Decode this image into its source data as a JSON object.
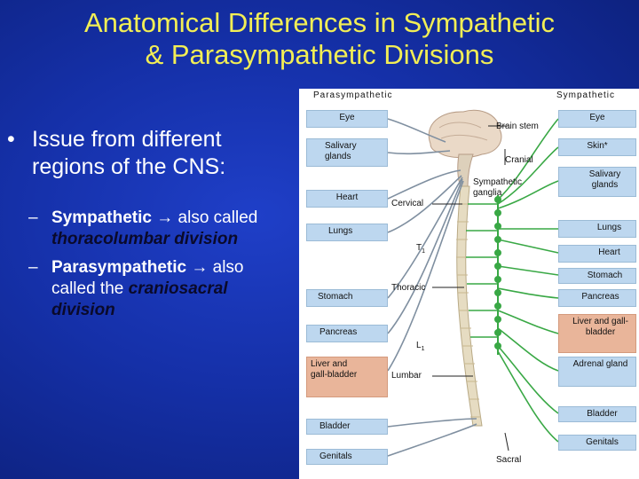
{
  "slide": {
    "title_line1": "Anatomical Differences in Sympathetic",
    "title_line2": "& Parasympathetic Divisions"
  },
  "bullets": {
    "main": "Issue from different regions of the CNS:",
    "sub1_prefix": "Sympathetic ",
    "sub1_mid": " also called ",
    "sub1_em": "thoracolumbar division",
    "sub2_prefix": "Parasympathetic ",
    "sub2_mid": " also called the ",
    "sub2_em": "craniosacral division",
    "bullet_glyph": "•",
    "dash_glyph": "–",
    "arrow_glyph": "→"
  },
  "figure": {
    "header_left": "Parasympathetic",
    "header_right": "Sympathetic",
    "para_organs": [
      "Eye",
      "Salivary glands",
      "Heart",
      "Lungs",
      "Stomach",
      "Pancreas",
      "Liver and gall-bladder",
      "Bladder",
      "Genitals"
    ],
    "symp_organs": [
      "Eye",
      "Skin*",
      "Salivary glands",
      "Lungs",
      "Heart",
      "Stomach",
      "Pancreas",
      "Liver and gall-bladder",
      "Adrenal gland",
      "Bladder",
      "Genitals"
    ],
    "center_labels": {
      "brain_stem": "Brain stem",
      "cranial": "Cranial",
      "symp_ganglia": "Sympathetic ganglia",
      "cervical": "Cervical",
      "t1": "T",
      "t1_sub": "1",
      "thoracic": "Thoracic",
      "l1": "L",
      "l1_sub": "1",
      "lumbar": "Lumbar",
      "sacral": "Sacral"
    },
    "colors": {
      "para_nerve": "#7f8fa0",
      "symp_nerve": "#39a845",
      "organ_box": "#bdd7ef",
      "liver_box": "#e9b59a",
      "spine": "#e6dcc2",
      "brain": "#ead9c7"
    }
  }
}
